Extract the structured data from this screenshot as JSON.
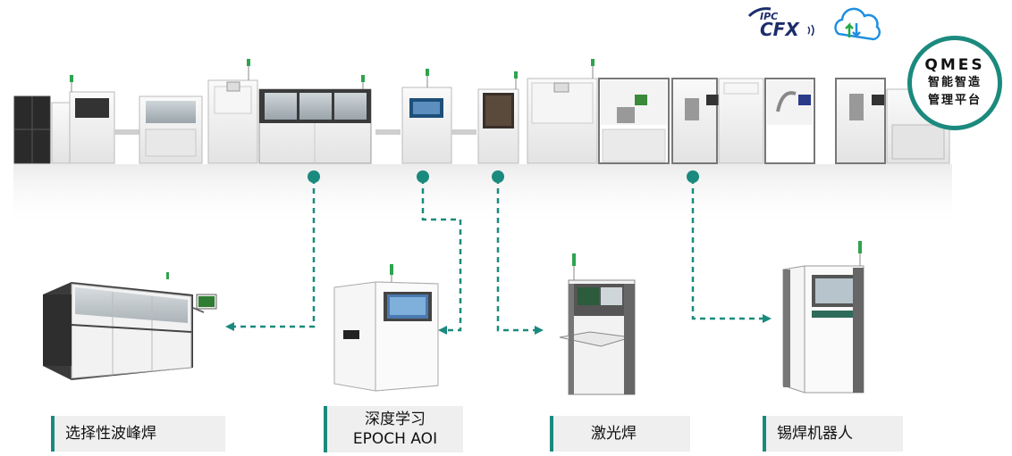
{
  "logos": {
    "ipc_top": "IPC",
    "ipc_main": "CFX",
    "cloud_icon": "cloud-sync-icon"
  },
  "qmes": {
    "title": "QMES",
    "line1": "智能智造",
    "line2": "管理平台"
  },
  "captions": {
    "wave": "选择性波峰焊",
    "aoi_line1": "深度学习",
    "aoi_line2": "EPOCH AOI",
    "laser": "激光焊",
    "robot": "锡焊机器人"
  },
  "colors": {
    "accent": "#1b8a7e",
    "caption_bg": "#efefef",
    "machine_light": "#f4f4f4",
    "machine_dark": "#2a2a2a"
  }
}
